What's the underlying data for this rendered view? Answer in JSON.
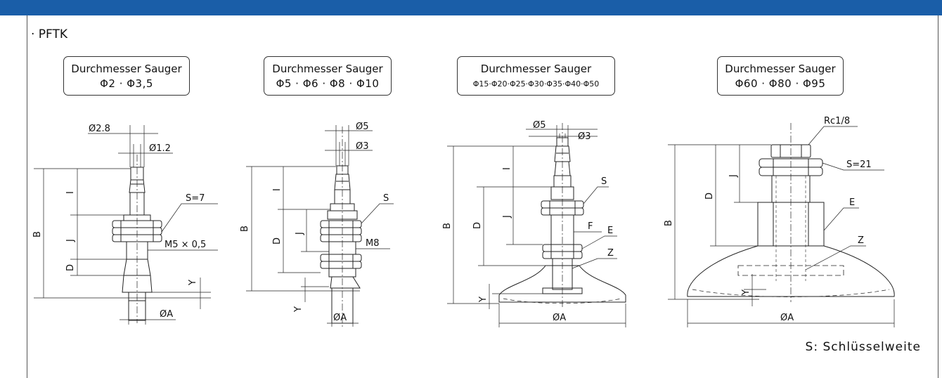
{
  "section_title": "· PFTK",
  "footnote": "S: Schlüsselweite",
  "variants": [
    {
      "label": "Durchmesser Sauger",
      "sizes": "Φ2 · Φ3,5"
    },
    {
      "label": "Durchmesser Sauger",
      "sizes": "Φ5 · Φ6 · Φ8 · Φ10"
    },
    {
      "label": "Durchmesser Sauger",
      "sizes": "Φ15·Φ20·Φ25·Φ30·Φ35·Φ40·Φ50"
    },
    {
      "label": "Durchmesser Sauger",
      "sizes": "Φ60 · Φ80 · Φ95"
    }
  ],
  "dims": {
    "d1": {
      "top": "Ø2.8",
      "inner": "Ø1.2",
      "I": "I",
      "J": "J",
      "D": "D",
      "B": "B",
      "S": "S=7",
      "thread": "M5 × 0,5",
      "Y": "Y",
      "A": "ØA"
    },
    "d2": {
      "top": "Ø5",
      "inner": "Ø3",
      "I": "I",
      "J": "J",
      "D": "D",
      "B": "B",
      "S": "S",
      "thread": "M8",
      "Y": "Y",
      "A": "ØA"
    },
    "d3": {
      "top": "Ø5",
      "inner": "Ø3",
      "I": "I",
      "J": "J",
      "D": "D",
      "B": "B",
      "S": "S",
      "F": "F",
      "E": "E",
      "Z": "Z",
      "Y": "Y",
      "A": "ØA"
    },
    "d4": {
      "rc": "Rc1/8",
      "S": "S=21",
      "J": "J",
      "D": "D",
      "B": "B",
      "E": "E",
      "Z": "Z",
      "Y": "Y",
      "A": "ØA"
    }
  }
}
